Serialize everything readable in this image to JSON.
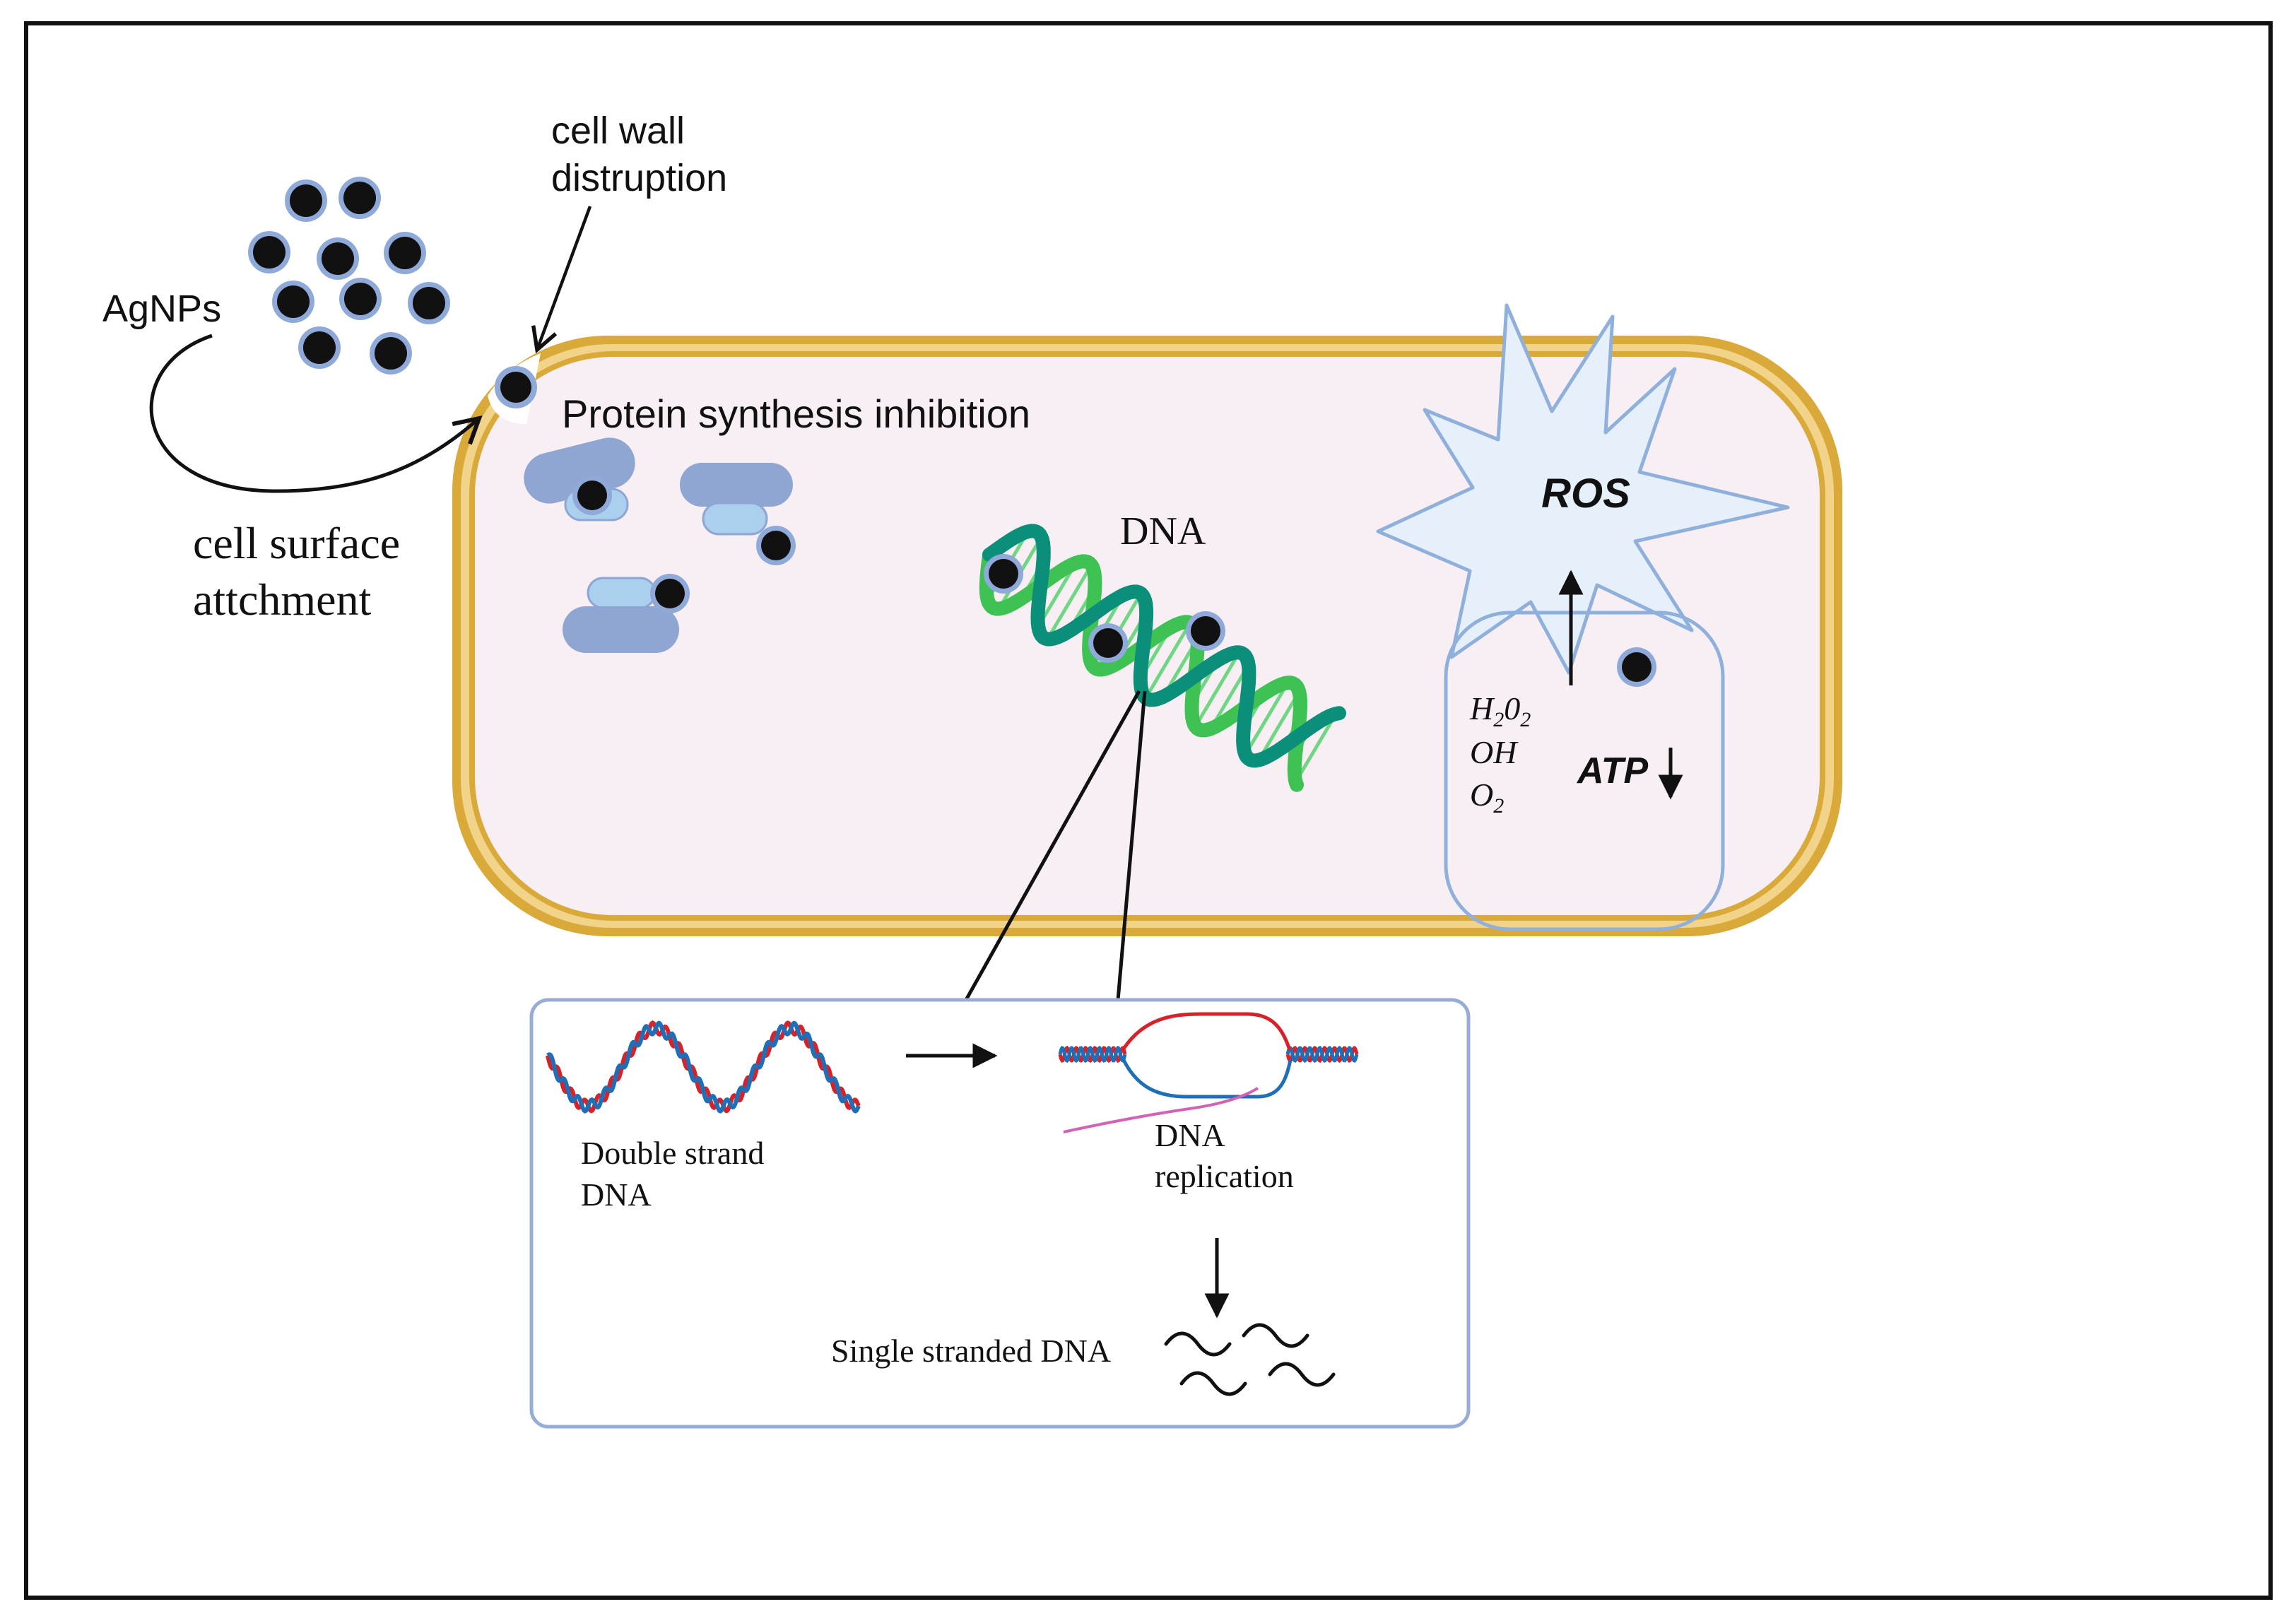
{
  "labels": {
    "agnps": "AgNPs",
    "cell_wall_line1": "cell wall",
    "cell_wall_line2": "distruption",
    "surface_line1": "cell surface",
    "surface_line2": "attchment",
    "protein_synthesis": "Protein synthesis inhibition",
    "dna": "DNA",
    "ros": "ROS",
    "h2o2": {
      "base1": "H",
      "sub1": "2",
      "base2": "0",
      "sub2": "2"
    },
    "oh": "OH",
    "o2": {
      "base": "O",
      "sub": "2"
    },
    "atp": "ATP",
    "double_strand_line1": "Double strand",
    "double_strand_line2": "DNA",
    "replication_line1": "DNA",
    "replication_line2": "replication",
    "single_stranded": "Single stranded DNA"
  },
  "colors": {
    "nanoparticle_fill": "#111111",
    "nanoparticle_ring": "#8fa9d8",
    "cell_wall_gold": "#d9aa3a",
    "cell_wall_light": "#f1d48a",
    "cytoplasm": "#f8eff4",
    "ribosome_large": "#8fa6d3",
    "ribosome_small": "#aad0ee",
    "dna_helix_green": "#3fc254",
    "dna_helix_teal": "#0c8f7a",
    "ros_fill": "#e6f0fb",
    "ros_stroke": "#8fb0da",
    "panel_border": "#97acd6",
    "strand_red": "#d8222a",
    "strand_blue": "#1f6fb8",
    "primer_pink": "#d262b6"
  }
}
